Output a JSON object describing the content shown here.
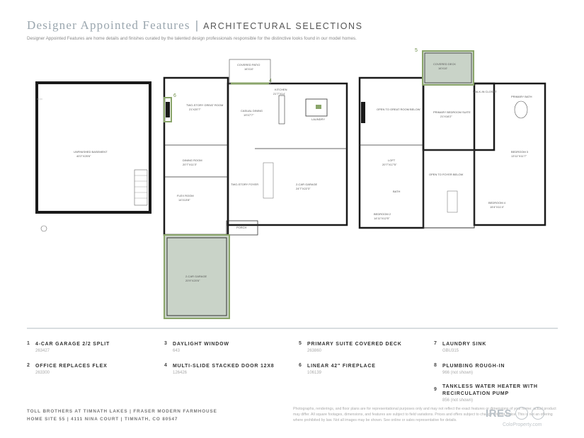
{
  "header": {
    "title": "Designer Appointed Features",
    "separator": "|",
    "subtitle_caps": "ARCHITECTURAL SELECTIONS",
    "description": "Designer Appointed Features are home details and finishes curated by the talented design professionals responsible for the distinctive looks found in our model homes."
  },
  "plans": {
    "basement_label": "UNFINISHED BASEMENT",
    "basement_dim": "40'2\"X25'6\"",
    "great_room": "TWO-STORY GREAT ROOM",
    "great_room_dim": "21'X20'7\"",
    "casual_dining": "CASUAL DINING",
    "casual_dining_dim": "19'X7'7\"",
    "kitchen": "KITCHEN",
    "kitchen_dim": "21'7\"X14'",
    "covered_patio": "COVERED PATIO",
    "covered_patio_dim": "16'X10'",
    "dining_room": "DINING ROOM",
    "dining_room_dim": "20'7\"X11'3\"",
    "flex_room": "FLEX ROOM",
    "flex_room_dim": "14'X13'8\"",
    "two_car_garage": "2-CAR GARAGE",
    "two_car_garage_dim": "24'7\"X22'3\"",
    "two_car_garage_b": "2-CAR GARAGE",
    "two_car_garage_b_dim": "20'9\"X20'6\"",
    "foyer": "TWO-STORY FOYER",
    "porch": "PORCH",
    "laundry": "LAUNDRY",
    "covered_deck": "COVERED DECK",
    "covered_deck_dim": "16'X10'",
    "open_to_great_room": "OPEN TO GREAT ROOM BELOW",
    "primary_suite": "PRIMARY BEDROOM SUITE",
    "primary_suite_dim": "21'X16'2\"",
    "loft": "LOFT",
    "loft_dim": "20'7\"X17'5\"",
    "open_to_foyer": "OPEN TO FOYER BELOW",
    "bedroom2": "BEDROOM 2",
    "bedroom2_dim": "14'11\"X12'5\"",
    "bedroom3": "BEDROOM 3",
    "bedroom3_dim": "13'11\"X11'7\"",
    "bedroom4": "BEDROOM 4",
    "bedroom4_dim": "15'4\"X11'4\"",
    "walk_in_closet": "WALK-IN CLOSET",
    "primary_bath": "PRIMARY BATH",
    "bath": "BATH",
    "callouts": [
      "6",
      "4",
      "5"
    ]
  },
  "features": [
    {
      "num": "1",
      "name": "4-CAR GARAGE 2/2 SPLIT",
      "code": "263427"
    },
    {
      "num": "2",
      "name": "OFFICE REPLACES FLEX",
      "code": "263300"
    },
    {
      "num": "3",
      "name": "DAYLIGHT WINDOW",
      "code": "643"
    },
    {
      "num": "4",
      "name": "MULTI-SLIDE STACKED DOOR 12X8",
      "code": "126426"
    },
    {
      "num": "5",
      "name": "PRIMARY SUITE COVERED DECK",
      "code": "263860"
    },
    {
      "num": "6",
      "name": "LINEAR 42\" FIREPLACE",
      "code": "106139"
    },
    {
      "num": "7",
      "name": "LAUNDRY SINK",
      "code": "GBU315"
    },
    {
      "num": "8",
      "name": "PLUMBING ROUGH-IN",
      "code": "966 (not shown)"
    },
    {
      "num": "9",
      "name": "TANKLESS WATER HEATER WITH",
      "name2": "RECIRCULATION PUMP",
      "code": "856 (not shown)"
    }
  ],
  "footer": {
    "line1": "TOLL BROTHERS AT TIMNATH LAKES | FRASER MODERN FARMHOUSE",
    "line2": "HOME SITE 55 | 4111 NINA COURT | TIMNATH, CO 80547",
    "disclaimer": "Photographs, renderings, and floor plans are for representational purposes only and may not reflect the exact features or dimensions of your home; actual product may differ. All square footages, dimensions, and features are subject to field variations. Prices and offers subject to change without notice. This is not an offering where prohibited by law. Not all images may be shown. See online or sales representative for details.",
    "ires": "IRES",
    "ires_sub": "ColoProperty.com"
  },
  "colors": {
    "highlight": "#8aa56a",
    "highlight_fill": "#c9d3c8",
    "wall": "#1a1a1a",
    "rule": "#d9dde0"
  }
}
